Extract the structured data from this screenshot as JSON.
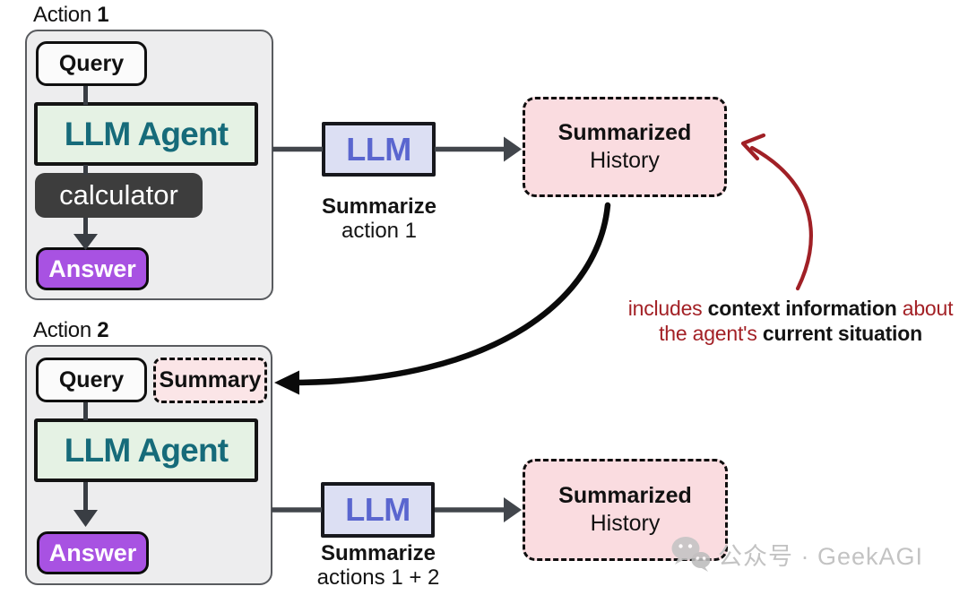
{
  "action1": {
    "title_prefix": "Action",
    "title_number": "1",
    "query_label": "Query",
    "llm_agent_label": "LLM Agent",
    "tool_label": "calculator",
    "answer_label": "Answer"
  },
  "summarize1": {
    "llm_label": "LLM",
    "caption_line1": "Summarize",
    "caption_line2": "action 1"
  },
  "summarized_history1": {
    "line1": "Summarized",
    "line2": "History"
  },
  "annotation": {
    "seg1": "includes ",
    "seg2": "context information",
    "seg3": " about",
    "seg4": "the agent's ",
    "seg5": "current situation"
  },
  "action2": {
    "title_prefix": "Action",
    "title_number": "2",
    "query_label": "Query",
    "summary_label": "Summary",
    "llm_agent_label": "LLM Agent",
    "answer_label": "Answer"
  },
  "summarize2": {
    "llm_label": "LLM",
    "caption_line1": "Summarize",
    "caption_line2": "actions 1 + 2"
  },
  "summarized_history2": {
    "line1": "Summarized",
    "line2": "History"
  },
  "watermark": {
    "icon": "wechat-icon",
    "text": "公众号 · GeekAGI"
  },
  "colors": {
    "teal_text": "#166b7a",
    "green_fill": "#e5f2e4",
    "purple_fill": "#a852e2",
    "lavender_fill": "#dcdff3",
    "indigo_text": "#5a66cf",
    "pink_fill": "#fadce0",
    "pink_light_fill": "#fbe5e7",
    "tool_fill": "#3d3d3d",
    "panel_fill": "#ededee",
    "arrow_gray": "#42464c",
    "curve_black": "#0a0a0a",
    "red_accent": "#a02026",
    "watermark_gray": "#c3c3c3"
  }
}
